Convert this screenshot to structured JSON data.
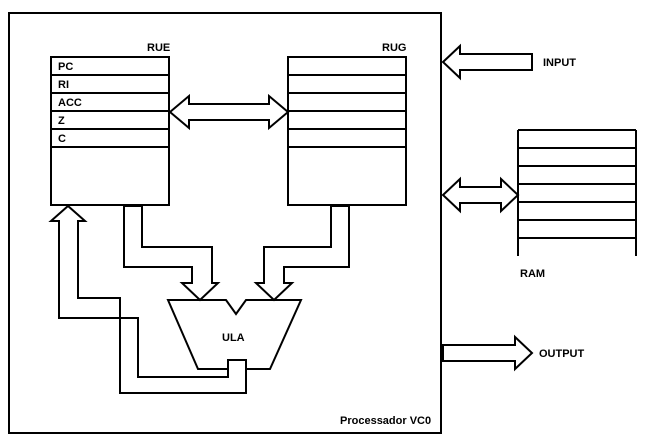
{
  "processor": {
    "label": "Processador VC0"
  },
  "rue": {
    "title": "RUE",
    "registers": [
      "PC",
      "RI",
      "ACC",
      "Z",
      "C"
    ]
  },
  "rug": {
    "title": "RUG"
  },
  "alu": {
    "label": "ULA"
  },
  "ram": {
    "label": "RAM"
  },
  "io": {
    "input": "INPUT",
    "output": "OUTPUT"
  },
  "colors": {
    "stroke": "#000000",
    "background": "#ffffff"
  }
}
